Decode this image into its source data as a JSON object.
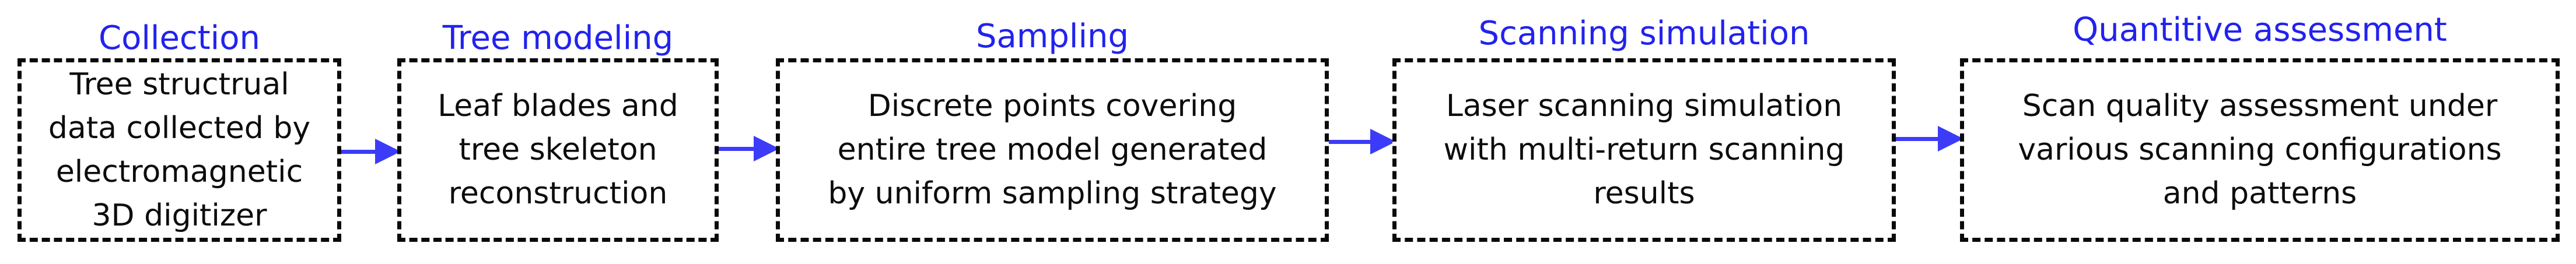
{
  "figure": {
    "type": "flowchart",
    "direction": "left-to-right",
    "stages": [
      {
        "title": "Collection",
        "text": "Tree structrual data collected by electromagnetic 3D digitizer",
        "lines": [
          "Tree structrual",
          "data collected by",
          "electromagnetic",
          "3D digitizer"
        ]
      },
      {
        "title": "Tree modeling",
        "text": "Leaf blades and tree skeleton reconstruction",
        "lines": [
          "Leaf blades and",
          "tree skeleton",
          "reconstruction"
        ]
      },
      {
        "title": "Sampling",
        "text": "Discrete points covering entire tree model generated by uniform sampling strategy",
        "lines": [
          "Discrete points covering",
          "entire tree model generated",
          "by uniform sampling strategy"
        ]
      },
      {
        "title": "Scanning simulation",
        "text": "Laser scanning simulation with multi-return scanning results",
        "lines": [
          "Laser scanning simulation",
          "with multi-return scanning",
          "results"
        ]
      },
      {
        "title": "Quantitive assessment",
        "text": "Scan quality assessment under various scanning configurations and patterns",
        "lines": [
          "Scan quality assessment under",
          "various scanning configurations",
          "and patterns"
        ]
      }
    ],
    "connections": [
      {
        "from": "Collection",
        "to": "Tree modeling"
      },
      {
        "from": "Tree modeling",
        "to": "Sampling"
      },
      {
        "from": "Sampling",
        "to": "Scanning simulation"
      },
      {
        "from": "Scanning simulation",
        "to": "Quantitive assessment"
      }
    ]
  },
  "colors": {
    "title": "#2222ee",
    "arrow": "#3c3cf8",
    "box_border": "#0a0a0a",
    "background": "#ffffff",
    "body_text": "#0c0c0c"
  }
}
